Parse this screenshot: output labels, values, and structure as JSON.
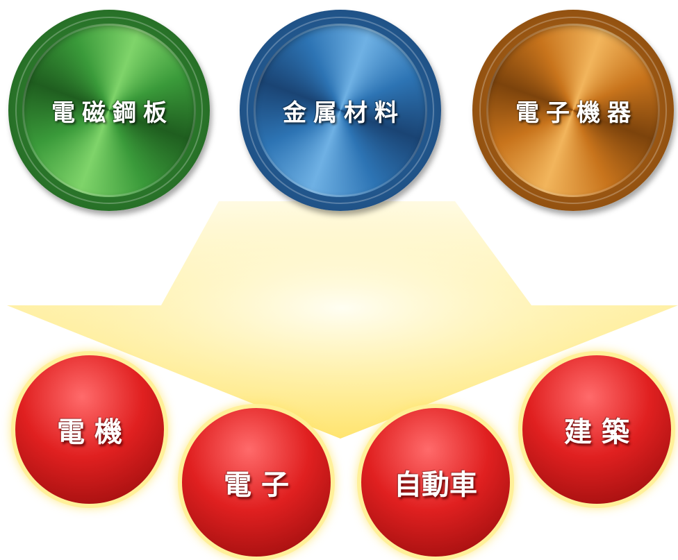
{
  "materials": [
    {
      "label": "電磁鋼板",
      "color": "green",
      "base": "#3a9a3a",
      "light": "#7fd46a",
      "dark": "#1f5e1f"
    },
    {
      "label": "金属材料",
      "color": "blue",
      "base": "#2d74b4",
      "light": "#6fb1e4",
      "dark": "#1a4474"
    },
    {
      "label": "電子機器",
      "color": "orange",
      "base": "#c8741c",
      "light": "#f2b55c",
      "dark": "#7c430c"
    }
  ],
  "applications": [
    {
      "label": "電 機"
    },
    {
      "label": "電 子"
    },
    {
      "label": "自動車"
    },
    {
      "label": "建 築"
    }
  ],
  "arrow": {
    "color_top": "#fff6c8",
    "color_mid": "#ffe98a",
    "color_edge": "#f8d94a"
  },
  "ball_colors": {
    "light": "#ff6b6b",
    "base": "#e02020",
    "dark": "#8e0a0a"
  }
}
